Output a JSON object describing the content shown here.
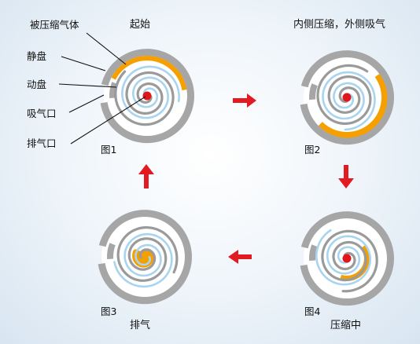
{
  "labels": {
    "compressed_gas": "被压缩气体",
    "fixed_scroll": "静盘",
    "moving_scroll": "动盘",
    "suction_port": "吸气口",
    "discharge_port": "排气口"
  },
  "titles": {
    "start": "起始",
    "inner_outer": "内侧压缩，外侧吸气",
    "compressing": "压缩中",
    "discharge": "排气"
  },
  "figures": {
    "fig1": "图1",
    "fig2": "图2",
    "fig3": "图3",
    "fig4": "图4"
  },
  "colors": {
    "housing": "#a6a6a6",
    "fixed_scroll": "#9a9a9a",
    "moving_scroll": "#a9d4ef",
    "gas": "#f5a000",
    "port": "#e0161b",
    "arrow": "#e21b22"
  }
}
